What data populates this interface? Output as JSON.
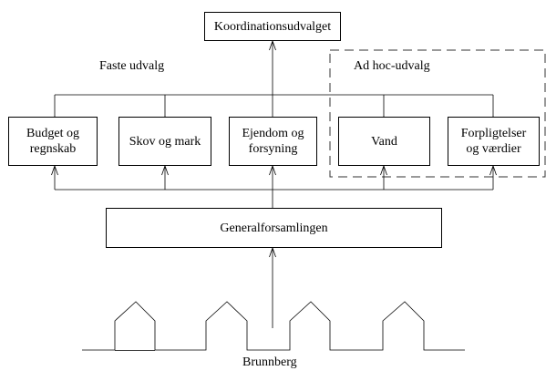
{
  "coordination": {
    "label": "Koordinationsudvalget"
  },
  "groups": {
    "fixed_label": "Faste udvalg",
    "adhoc_label": "Ad hoc-udvalg"
  },
  "committees": [
    {
      "line1": "Budget og",
      "line2": "regnskab"
    },
    {
      "line1": "Skov og mark",
      "line2": ""
    },
    {
      "line1": "Ejendom og",
      "line2": "forsyning"
    },
    {
      "line1": "Vand",
      "line2": ""
    },
    {
      "line1": "Forpligtelser",
      "line2": "og værdier"
    }
  ],
  "assembly": {
    "label": "Generalforsamlingen"
  },
  "village": {
    "label": "Brunnberg"
  }
}
